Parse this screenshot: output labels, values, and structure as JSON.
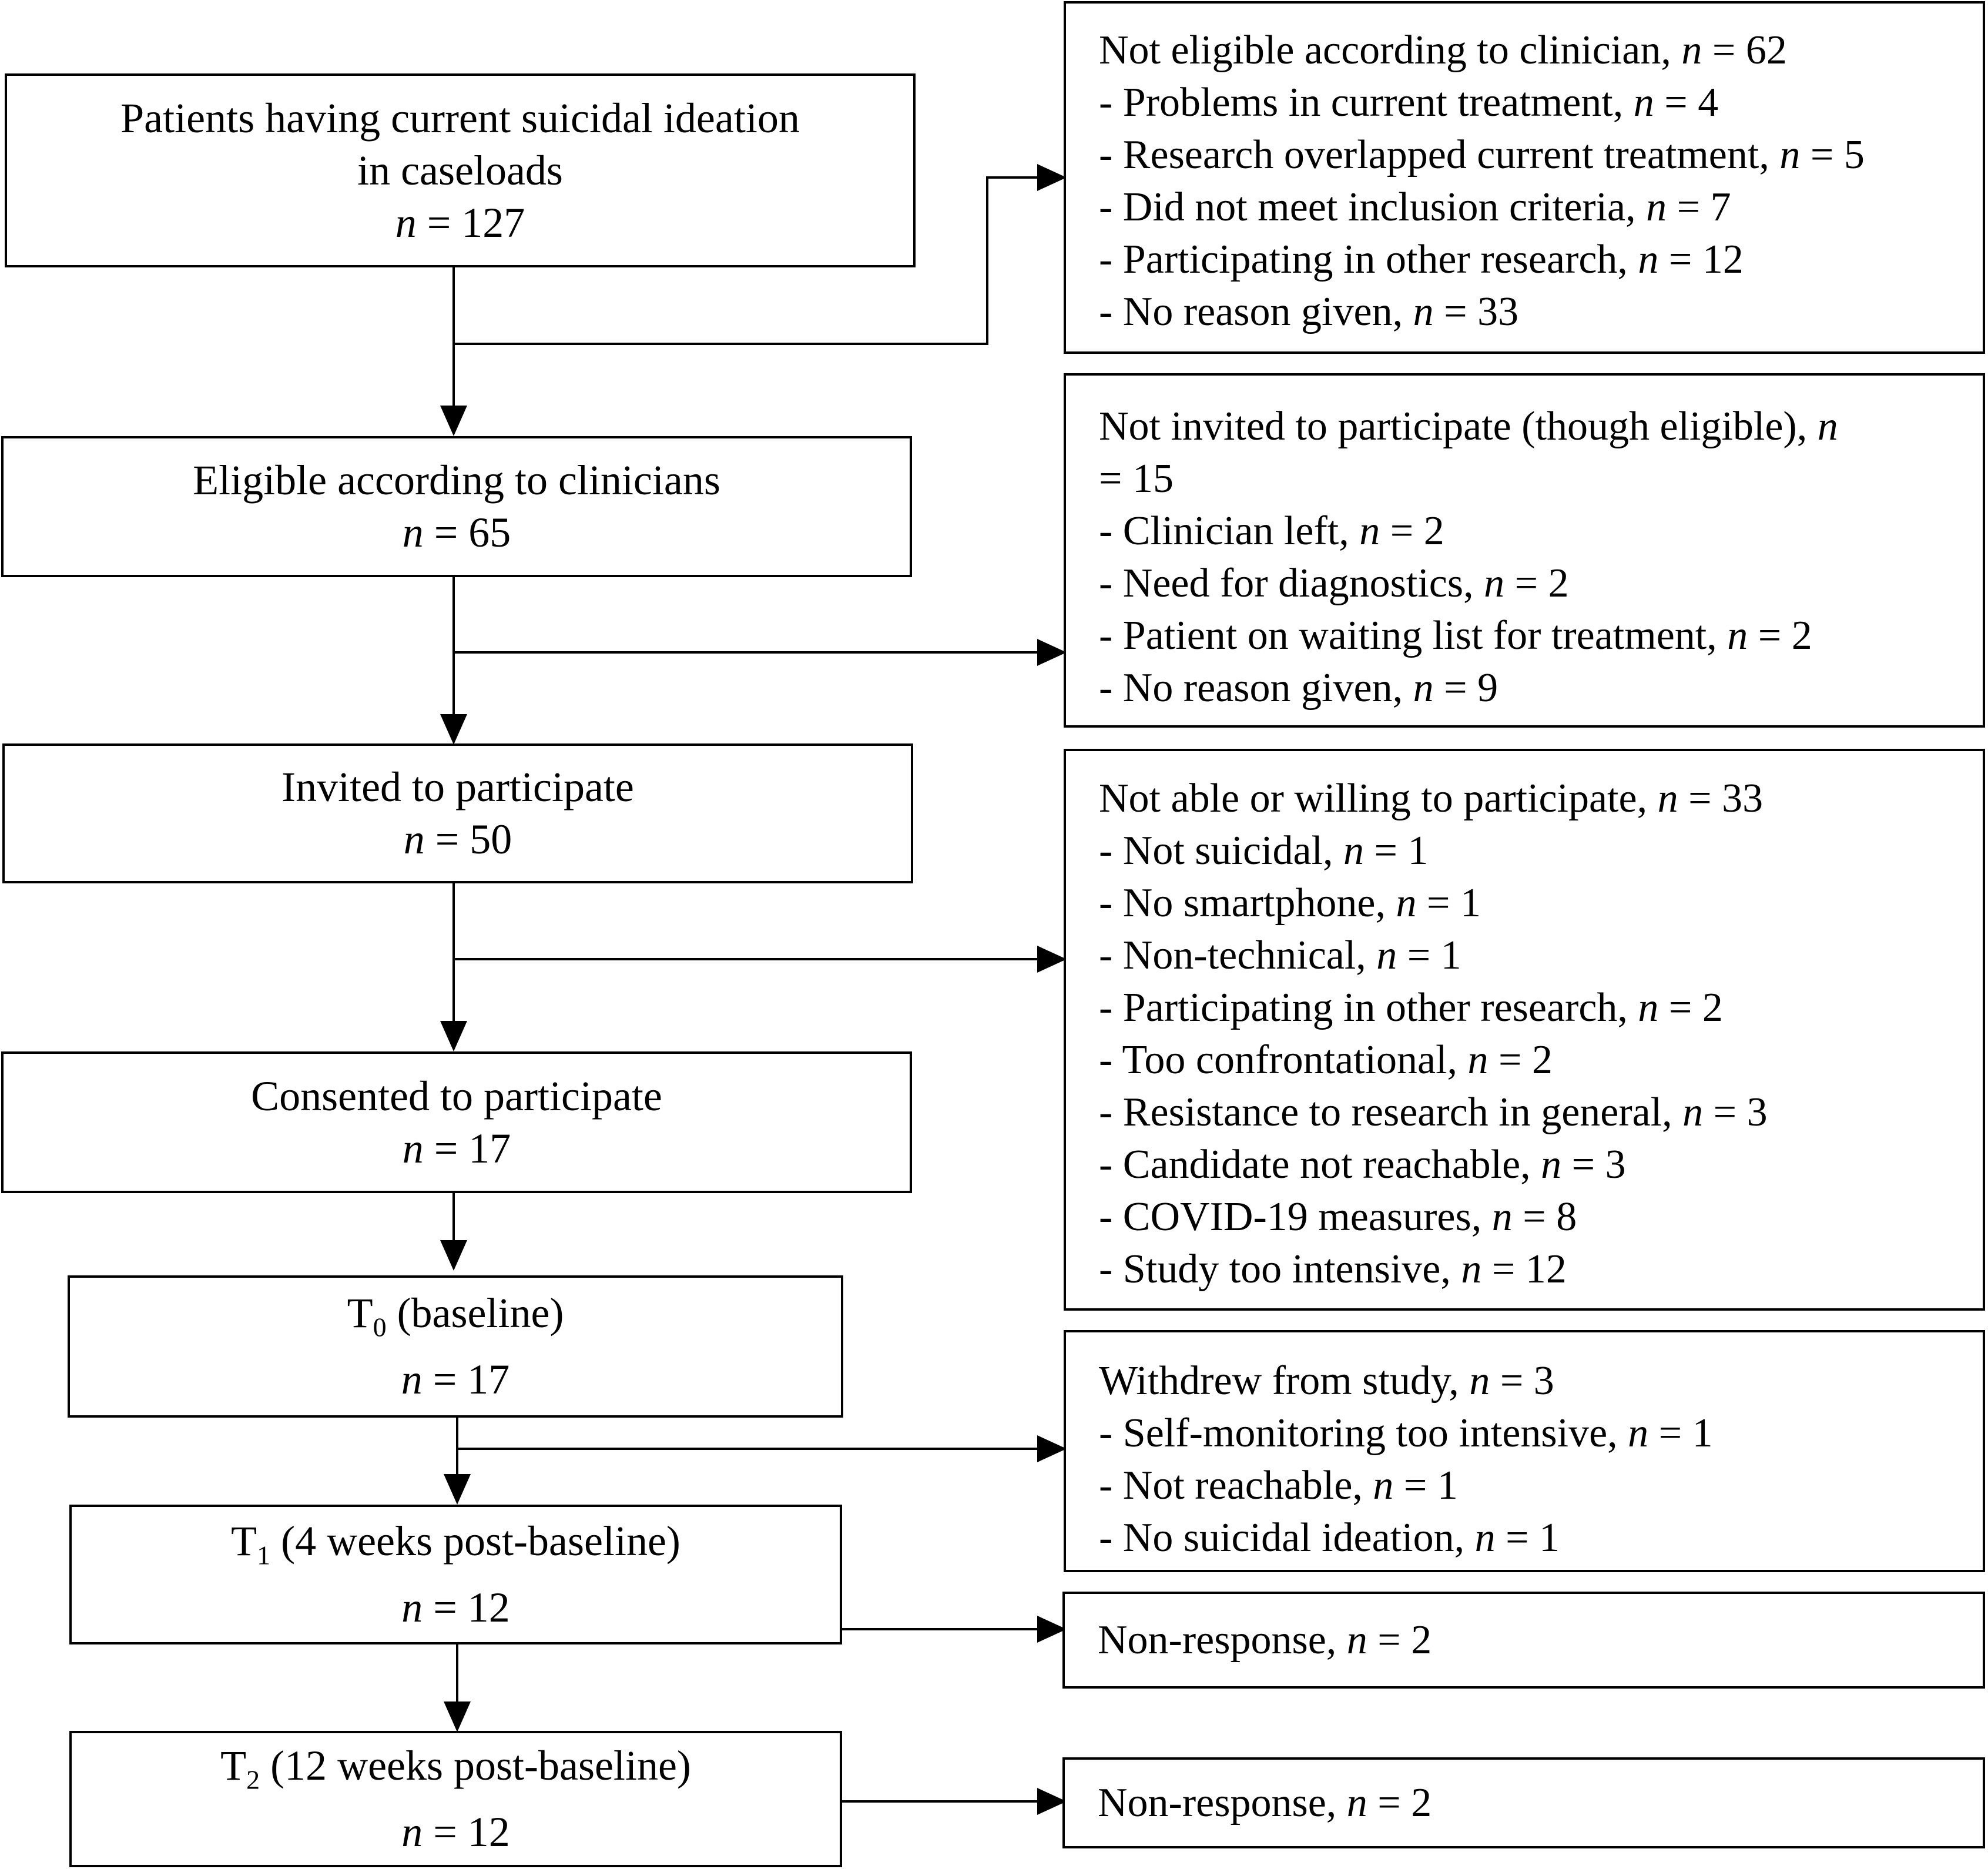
{
  "main_boxes": [
    {
      "lines": [
        "Patients having current suicidal ideation",
        "in caseloads"
      ],
      "n": "127"
    },
    {
      "lines": [
        "Eligible according to clinicians"
      ],
      "n": "65"
    },
    {
      "lines": [
        "Invited to participate"
      ],
      "n": "50"
    },
    {
      "lines": [
        "Consented to participate"
      ],
      "n": "17"
    },
    {
      "prefix": "T",
      "subscript": "0",
      "suffix": " (baseline)",
      "n": "17"
    },
    {
      "prefix": "T",
      "subscript": "1",
      "suffix": " (4 weeks post-baseline)",
      "n": "12"
    },
    {
      "prefix": "T",
      "subscript": "2",
      "suffix": " (12 weeks post-baseline)",
      "n": "12"
    }
  ],
  "side_boxes": [
    {
      "header": "Not eligible according to clinician, ",
      "header_n": "62",
      "items": [
        {
          "text": "- Problems in current treatment, ",
          "n": "4"
        },
        {
          "text": "- Research overlapped current treatment, ",
          "n": "5"
        },
        {
          "text": "- Did not meet inclusion criteria, ",
          "n": "7"
        },
        {
          "text": "- Participating in other research, ",
          "n": "12"
        },
        {
          "text": "- No reason given, ",
          "n": "33"
        }
      ]
    },
    {
      "header": "Not invited to participate (though eligible), ",
      "header_n_var": "n",
      "header_cont": "= 15",
      "items": [
        {
          "text": "- Clinician left, ",
          "n": "2"
        },
        {
          "text": "- Need for diagnostics, ",
          "n": "2"
        },
        {
          "text": "- Patient on waiting list for treatment, ",
          "n": "2"
        },
        {
          "text": "- No reason given, ",
          "n": "9"
        }
      ]
    },
    {
      "header": "Not able or willing to participate, ",
      "header_n": "33",
      "items": [
        {
          "text": "- Not suicidal, ",
          "n": "1"
        },
        {
          "text": "- No smartphone, ",
          "n": "1"
        },
        {
          "text": "- Non-technical, ",
          "n": "1"
        },
        {
          "text": "- Participating in other research, ",
          "n": "2"
        },
        {
          "text": "- Too confrontational, ",
          "n": "2"
        },
        {
          "text": "- Resistance to research in general, ",
          "n": "3"
        },
        {
          "text": "- Candidate not reachable, ",
          "n": "3"
        },
        {
          "text": "- COVID-19 measures, ",
          "n": "8"
        },
        {
          "text": "- Study too intensive, ",
          "n": "12"
        }
      ]
    },
    {
      "header": "Withdrew from study, ",
      "header_n": "3",
      "items": [
        {
          "text": "- Self-monitoring too intensive, ",
          "n": "1"
        },
        {
          "text": "- Not reachable, ",
          "n": "1"
        },
        {
          "text": "- No suicidal ideation, ",
          "n": "1"
        }
      ]
    },
    {
      "header": "Non-response, ",
      "header_n": "2",
      "items": []
    },
    {
      "header": "Non-response, ",
      "header_n": "2",
      "items": []
    }
  ],
  "n_symbol": "n",
  "eq": " = "
}
